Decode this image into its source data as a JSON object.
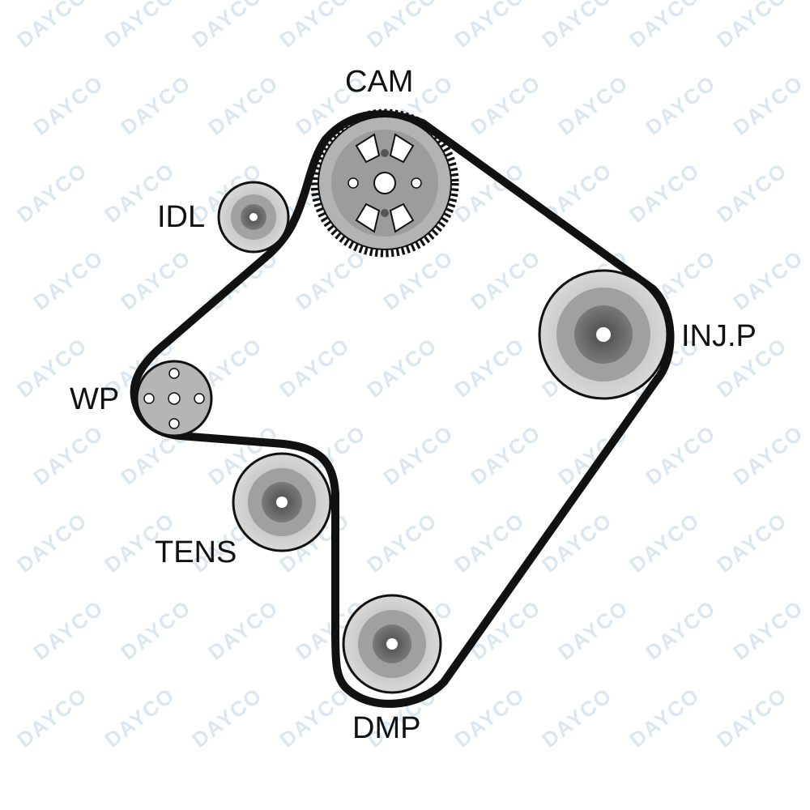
{
  "diagram": {
    "watermark": "DAYCO",
    "colors": {
      "belt": "#111111",
      "pulley_outer": "#b9b9b9",
      "pulley_mid": "#8a8a8a",
      "pulley_hub": "#5c5c5c",
      "watermark": "#cfe0ea"
    },
    "components": [
      {
        "id": "cam",
        "label": "CAM",
        "icon": "cam-sprocket-icon"
      },
      {
        "id": "idl",
        "label": "IDL",
        "icon": "idler-pulley-icon"
      },
      {
        "id": "injp",
        "label": "INJ.P",
        "icon": "injection-pump-pulley-icon"
      },
      {
        "id": "wp",
        "label": "WP",
        "icon": "water-pump-pulley-icon"
      },
      {
        "id": "tens",
        "label": "TENS",
        "icon": "tensioner-pulley-icon"
      },
      {
        "id": "dmp",
        "label": "DMP",
        "icon": "damper-pulley-icon"
      }
    ]
  }
}
